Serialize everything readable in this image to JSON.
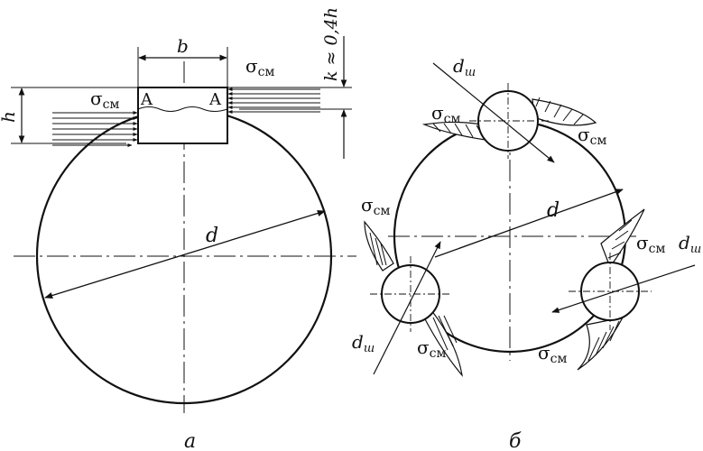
{
  "fig_a": {
    "caption": "а",
    "dim_b": "b",
    "dim_h": "h",
    "dim_k": "k ≈ 0,4h",
    "dim_d": "d",
    "pt_A_left": "A",
    "pt_A_right": "A",
    "sigma_left": "σ",
    "sigma_left_sub": "см",
    "sigma_right": "σ",
    "sigma_right_sub": "см"
  },
  "fig_b": {
    "caption": "б",
    "dim_d": "d",
    "d_pin_top": "d",
    "d_pin_top_sub": "ш",
    "d_pin_right": "d",
    "d_pin_right_sub": "ш",
    "d_pin_left": "d",
    "d_pin_left_sub": "ш",
    "sigma_sym": "σ",
    "sigma_sub": "см"
  },
  "colors": {
    "ink": "#111111",
    "paper": "#ffffff"
  }
}
